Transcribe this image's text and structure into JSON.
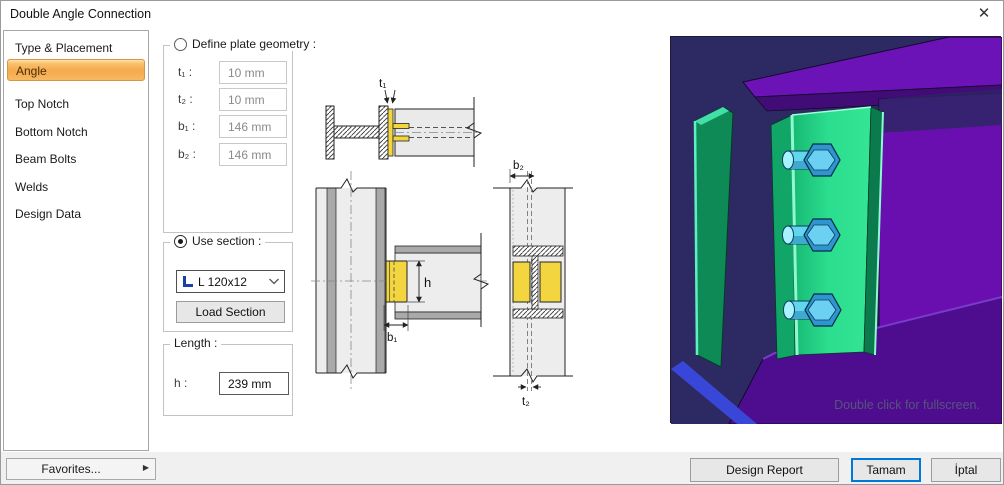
{
  "window": {
    "title": "Double Angle Connection",
    "close_glyph": "✕"
  },
  "sidebar": {
    "items": [
      "Type & Placement",
      "Angle",
      "Top Notch",
      "Bottom Notch",
      "Beam Bolts",
      "Welds",
      "Design Data"
    ],
    "selected": "Angle",
    "selected_color": "#f5a94d"
  },
  "plate_group": {
    "radio_label": "Define plate geometry :",
    "radio_selected": false,
    "fields": [
      {
        "label": "t₁ :",
        "value": "10 mm"
      },
      {
        "label": "t₂ :",
        "value": "10 mm"
      },
      {
        "label": "b₁ :",
        "value": "146 mm"
      },
      {
        "label": "b₂ :",
        "value": "146 mm"
      }
    ]
  },
  "section_group": {
    "radio_label": "Use section :",
    "radio_selected": true,
    "selected_section": "L 120x12",
    "load_button_label": "Load Section"
  },
  "length_group": {
    "label": "Length :",
    "field_label": "h :",
    "value": "239 mm"
  },
  "drawing": {
    "labels": {
      "t1": "t₁",
      "b1": "b₁",
      "b2": "b₂",
      "t2": "t₂",
      "h": "h"
    },
    "angle_color": "#f2d53f",
    "steel_color": "#ededed",
    "flange_color": "#a9a9a9"
  },
  "viewport3d": {
    "hint_text": "Double click for fullscreen.",
    "colors": {
      "background": "#2d2a63",
      "beam_purple": "#6a0faf",
      "angle_green": "#2bde92",
      "bolt_cyan": "#6bd0f2"
    }
  },
  "footer": {
    "favorites_label": "Favorites...",
    "favorites_arrow": "▶",
    "design_report_label": "Design Report",
    "ok_label": "Tamam",
    "cancel_label": "İptal"
  }
}
